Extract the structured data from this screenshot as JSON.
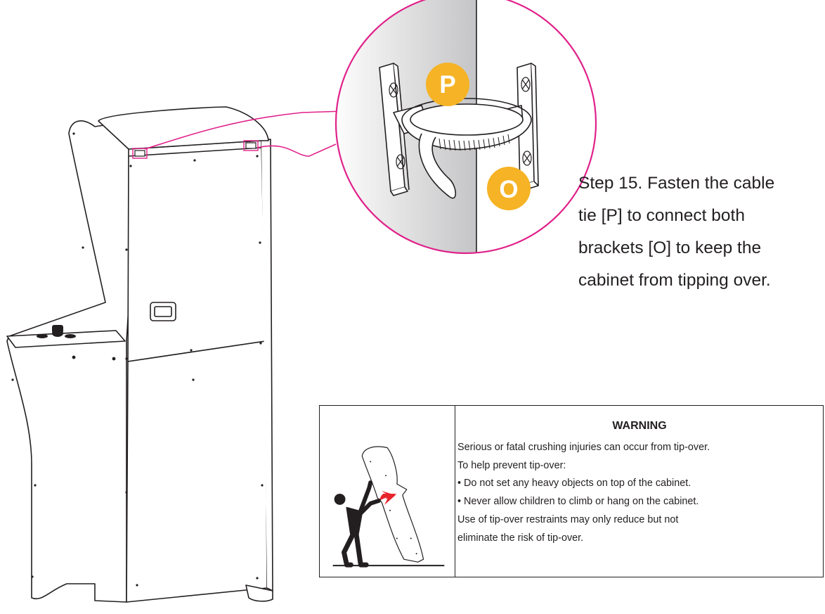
{
  "instruction": {
    "line1": "Step 15. Fasten the cable",
    "line2": "tie [P] to connect both",
    "line3": "brackets [O] to keep the",
    "line4": "cabinet from tipping over."
  },
  "callouts": {
    "p_label": "P",
    "o_label": "O"
  },
  "warning": {
    "title": "WARNING",
    "lines": [
      "Serious or fatal crushing injuries can occur from tip-over.",
      "To help prevent tip-over:",
      "• Do not set any heavy objects on top of the cabinet.",
      "• Never allow children to climb or hang on the cabinet.",
      "Use of tip-over restraints may only reduce but not",
      "eliminate the risk of tip-over."
    ]
  },
  "colors": {
    "callout_ring": "#e0218a",
    "badge": "#f5b325",
    "arrow": "#e8242a",
    "wall": "#cfcfd1",
    "ink": "#231f20"
  },
  "icons": [
    "arcade-cabinet-illustration",
    "bracket-icon",
    "cable-tie-icon",
    "tip-over-person-icon",
    "red-arrow-icon"
  ]
}
